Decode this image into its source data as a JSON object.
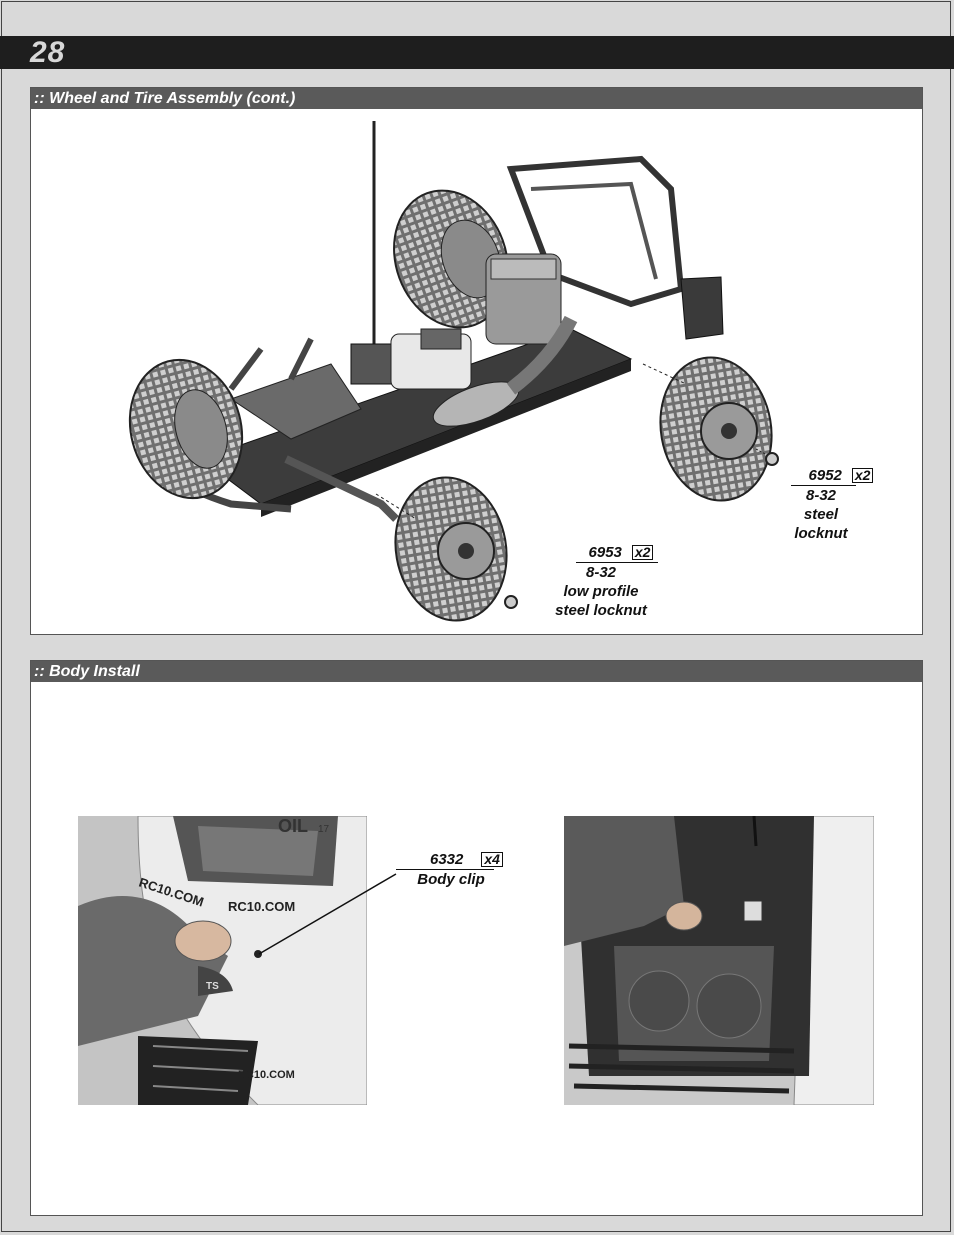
{
  "page_number": "28",
  "sections": {
    "wheel": {
      "title": ":: Wheel and Tire Assembly (cont.)",
      "callout_rear": {
        "part": "6952",
        "qty": "x2",
        "line1": "8-32",
        "line2": "steel",
        "line3": "locknut"
      },
      "callout_front": {
        "part": "6953",
        "qty": "x2",
        "line1": "8-32",
        "line2": "low profile",
        "line3": "steel locknut"
      }
    },
    "body": {
      "title": ":: Body Install",
      "callout_clip": {
        "part": "6332",
        "qty": "x4",
        "line1": "Body clip"
      },
      "photo_left": {
        "texts": [
          "OIL",
          "17",
          "RC10.COM",
          "RC10.COM",
          "RC10.COM",
          "TS"
        ]
      }
    }
  }
}
